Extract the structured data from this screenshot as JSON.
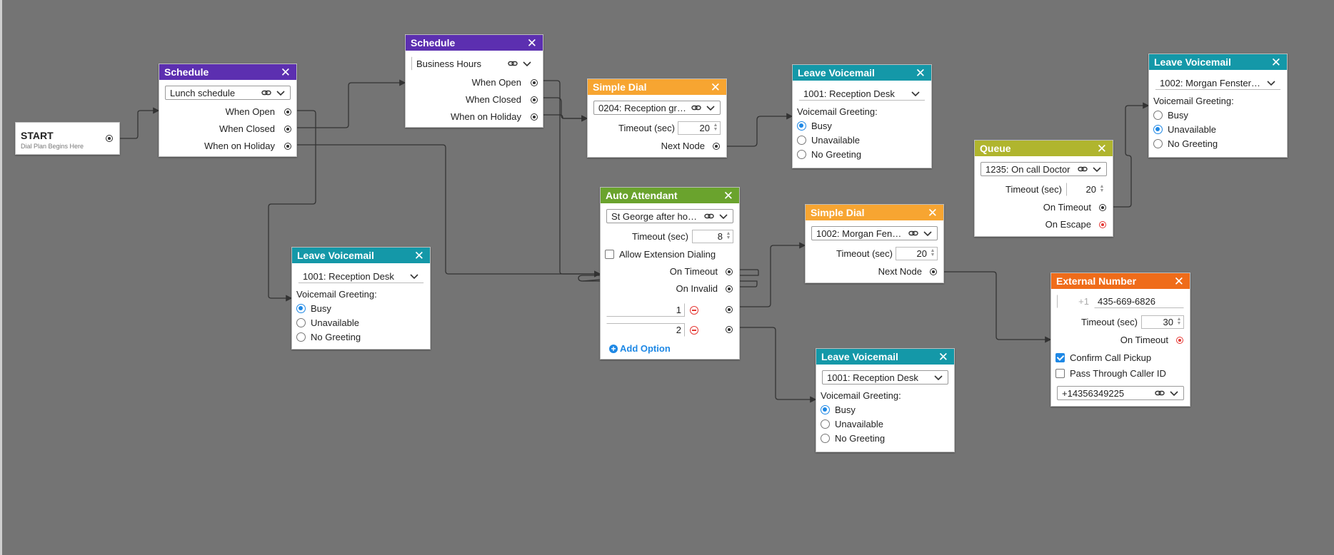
{
  "colors": {
    "canvas": "#747474",
    "schedule": "#5c2fb0",
    "simple_dial": "#f7a531",
    "leave_voicemail": "#1498a8",
    "auto_attendant": "#6aa32d",
    "queue": "#b0b52e",
    "external_number": "#ef6c1a",
    "radio_selected": "#1e88e5",
    "escape_port": "#e53935"
  },
  "icons": {
    "close": "close-icon",
    "link": "link-icon",
    "dropdown": "chevron-down-icon",
    "remove": "minus-circle-icon",
    "add": "plus-circle-icon"
  },
  "start": {
    "title": "START",
    "subtitle": "Dial Plan Begins Here"
  },
  "schedule1": {
    "title": "Schedule",
    "select": "Lunch schedule",
    "ports": [
      "When Open",
      "When Closed",
      "When on Holiday"
    ]
  },
  "schedule2": {
    "title": "Schedule",
    "select": "Business Hours",
    "ports": [
      "When Open",
      "When Closed",
      "When on Holiday"
    ]
  },
  "simple_dial1": {
    "title": "Simple Dial",
    "select": "0204: Reception group",
    "timeout_label": "Timeout (sec)",
    "timeout": "20",
    "next_label": "Next Node"
  },
  "simple_dial2": {
    "title": "Simple Dial",
    "select": "1002: Morgan Fenster...",
    "timeout_label": "Timeout (sec)",
    "timeout": "20",
    "next_label": "Next Node"
  },
  "voicemail1": {
    "title": "Leave Voicemail",
    "select": "1001: Reception Desk",
    "greeting_label": "Voicemail Greeting:",
    "options": [
      "Busy",
      "Unavailable",
      "No Greeting"
    ],
    "selected": "Busy"
  },
  "voicemail2": {
    "title": "Leave Voicemail",
    "select": "1001: Reception Desk",
    "greeting_label": "Voicemail Greeting:",
    "options": [
      "Busy",
      "Unavailable",
      "No Greeting"
    ],
    "selected": "Busy"
  },
  "voicemail3": {
    "title": "Leave Voicemail",
    "select": "1002: Morgan Fensterma...",
    "greeting_label": "Voicemail Greeting:",
    "options": [
      "Busy",
      "Unavailable",
      "No Greeting"
    ],
    "selected": "Unavailable"
  },
  "voicemail4": {
    "title": "Leave Voicemail",
    "select": "1001: Reception Desk",
    "greeting_label": "Voicemail Greeting:",
    "options": [
      "Busy",
      "Unavailable",
      "No Greeting"
    ],
    "selected": "Busy"
  },
  "auto_attendant": {
    "title": "Auto Attendant",
    "select": "St George after hours ...",
    "timeout_label": "Timeout (sec)",
    "timeout": "8",
    "allow_ext_label": "Allow Extension Dialing",
    "allow_ext": false,
    "on_timeout": "On Timeout",
    "on_invalid": "On Invalid",
    "options": [
      "1",
      "2"
    ],
    "add_label": "Add Option"
  },
  "queue": {
    "title": "Queue",
    "select": "1235: On call Doctor",
    "timeout_label": "Timeout (sec)",
    "timeout": "20",
    "on_timeout": "On Timeout",
    "on_escape": "On Escape"
  },
  "external": {
    "title": "External Number",
    "country_code": "+1",
    "number": "435-669-6826",
    "timeout_label": "Timeout (sec)",
    "timeout": "30",
    "on_timeout": "On Timeout",
    "confirm_label": "Confirm Call Pickup",
    "confirm": true,
    "passthrough_label": "Pass Through Caller ID",
    "passthrough": false,
    "caller_id": "+14356349225"
  }
}
